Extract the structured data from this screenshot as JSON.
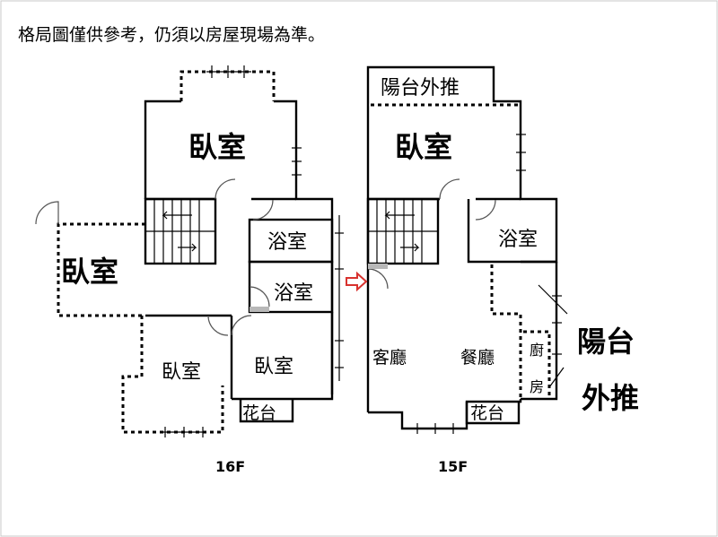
{
  "note": "格局圖僅供參考，仍須以房屋現場為準。",
  "floor16": {
    "label": "16F",
    "rooms": {
      "bedroom_top": "臥室",
      "bedroom_left": "臥室",
      "bath_upper": "浴室",
      "bath_lower": "浴室",
      "bedroom_bottom_left": "臥室",
      "bedroom_bottom_right": "臥室",
      "planter": "花台"
    }
  },
  "floor15": {
    "label": "15F",
    "rooms": {
      "balcony_top": "陽台外推",
      "bedroom": "臥室",
      "bath": "浴室",
      "living": "客廳",
      "dining": "餐廳",
      "kitchen_1": "廚",
      "kitchen_2": "房",
      "planter": "花台",
      "balcony_side_1": "陽台",
      "balcony_side_2": "外推"
    }
  },
  "colors": {
    "arrow": "#d8322e",
    "stair_fill": "#b8b8b8",
    "wall": "#000000"
  },
  "icons": [
    "entrance-arrow-icon",
    "stair-arrow-icon"
  ]
}
